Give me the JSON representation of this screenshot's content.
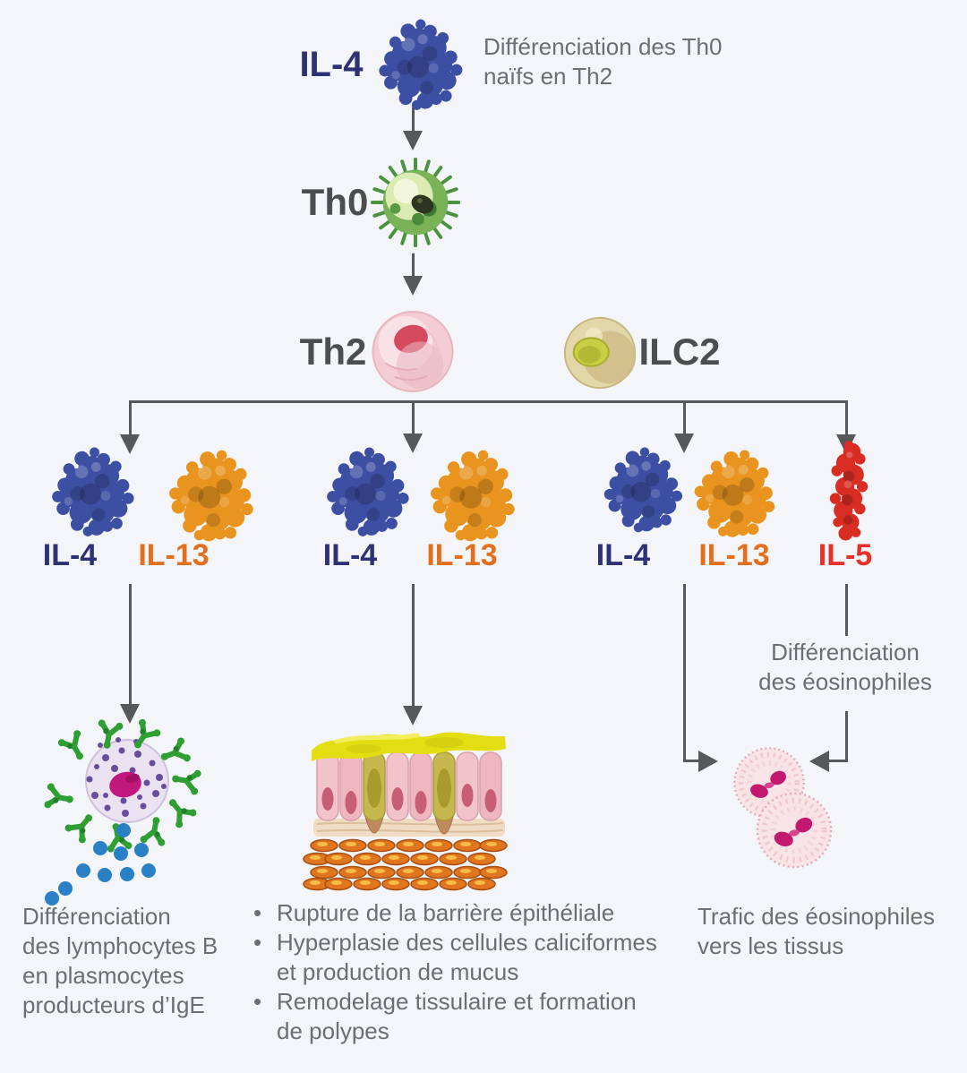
{
  "colors": {
    "background": "#f3f5f8",
    "il4_navy": "#2e3274",
    "il13_orange": "#e0701f",
    "il5_red": "#e5312a",
    "cell_label_gray": "#4c4d4f",
    "body_text_gray": "#6d6e71",
    "arrow_gray": "#57585a",
    "molecule_blue": "#3d4fa3",
    "molecule_orange": "#e8941f",
    "molecule_red": "#d92d24"
  },
  "top": {
    "cytokine_label": "IL-4",
    "caption": "Différenciation des Th0\nnaïfs en Th2"
  },
  "cells": {
    "th0_label": "Th0",
    "th2_label": "Th2",
    "ilc2_label": "ILC2"
  },
  "groups": [
    {
      "labels": [
        "IL-4",
        "IL-13"
      ]
    },
    {
      "labels": [
        "IL-4",
        "IL-13"
      ]
    },
    {
      "labels": [
        "IL-4",
        "IL-13",
        "IL-5"
      ]
    }
  ],
  "annotations": {
    "eosinophil_differentiation": "Différenciation\ndes éosinophiles"
  },
  "outcomes": {
    "bullet_char": "•",
    "bcell": "Différenciation\ndes lymphocytes B\nen plasmocytes\nproducteurs d’IgE",
    "epithelium_bullets": [
      "Rupture de la barrière épithéliale",
      "Hyperplasie des cellules caliciformes\net production de mucus",
      "Remodelage tissulaire et formation\nde polypes"
    ],
    "eosinophils": "Trafic des éosinophiles\nvers les tissus"
  }
}
